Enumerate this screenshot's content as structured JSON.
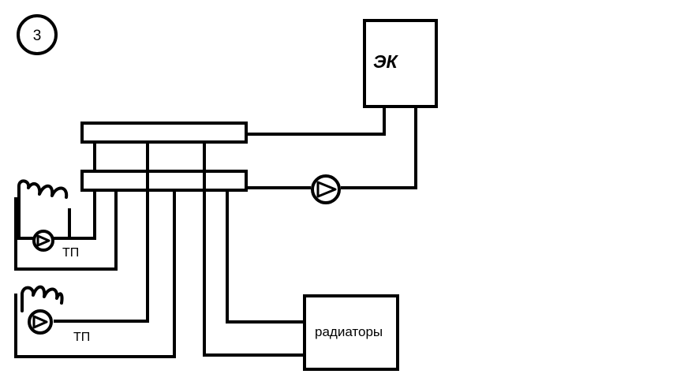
{
  "diagram": {
    "number": "3",
    "boiler_label": "ЭК",
    "floor_heating_label_1": "ТП",
    "floor_heating_label_2": "ТП",
    "radiators_label": "радиаторы"
  },
  "icons": [
    "pump-icon",
    "floor-heating-icon"
  ]
}
